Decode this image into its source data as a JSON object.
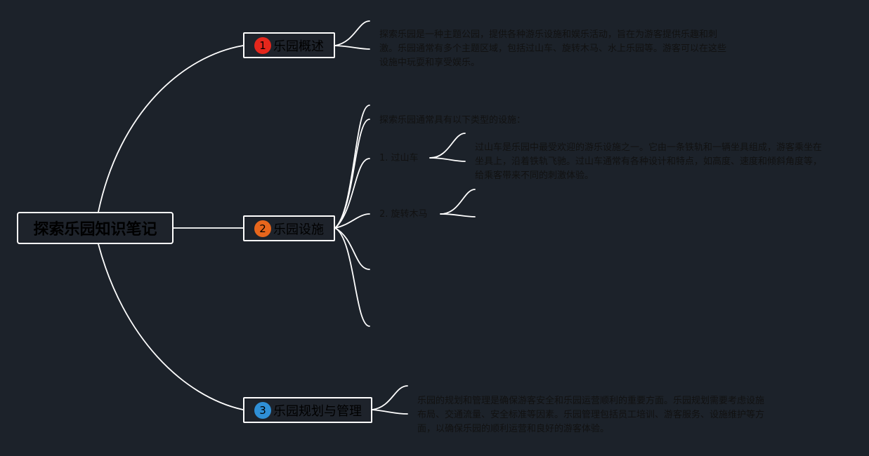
{
  "root": {
    "title": "探索乐园知识笔记"
  },
  "topics": [
    {
      "badge": "1",
      "label": "乐园概述",
      "badge_color": "#e5271c",
      "description": "探索乐园是一种主题公园，提供各种游乐设施和娱乐活动，旨在为游客提供乐趣和刺激。乐园通常有多个主题区域，包括过山车、旋转木马、水上乐园等。游客可以在这些设施中玩耍和享受娱乐。"
    },
    {
      "badge": "2",
      "label": "乐园设施",
      "badge_color": "#e8661c",
      "intro": "探索乐园通常具有以下类型的设施：",
      "items": [
        {
          "label": "1. 过山车",
          "description": "过山车是乐园中最受欢迎的游乐设施之一。它由一条铁轨和一辆坐具组成，游客乘坐在坐具上，沿着铁轨飞驰。过山车通常有各种设计和特点，如高度、速度和倾斜角度等，给乘客带来不同的刺激体验。"
        },
        {
          "label": "2. 旋转木马",
          "description": ""
        }
      ]
    },
    {
      "badge": "3",
      "label": "乐园规划与管理",
      "badge_color": "#2f8fd6",
      "description": "乐园的规划和管理是确保游客安全和乐园运营顺利的重要方面。乐园规划需要考虑设施布局、交通流量、安全标准等因素。乐园管理包括员工培训、游客服务、设施维护等方面，以确保乐园的顺利运营和良好的游客体验。"
    }
  ],
  "colors": {
    "background": "#1c222a",
    "line": "#ffffff",
    "text": "#111111"
  }
}
